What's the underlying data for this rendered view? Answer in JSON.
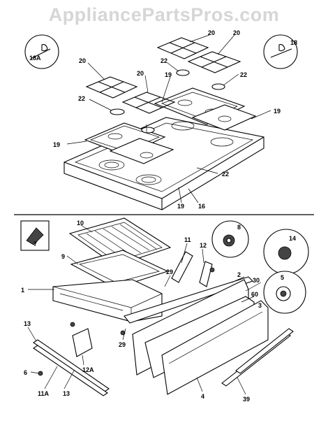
{
  "watermark": "AppliancePartsPros.com",
  "labels": {
    "l20a": "20",
    "l20b": "20",
    "l20c": "20",
    "l20d": "20",
    "l22a": "22",
    "l22b": "22",
    "l22c": "22",
    "l22d": "22",
    "l19a": "19",
    "l19b": "19",
    "l19c": "19",
    "l19d": "19",
    "l18a": "18A",
    "l18": "18",
    "l16": "16",
    "l10": "10",
    "l9": "9",
    "l1": "1",
    "l7": "7",
    "l11": "11",
    "l12": "12",
    "l8": "8",
    "l14": "14",
    "l5": "5",
    "l2": "2",
    "l30": "30",
    "l60": "60",
    "l3": "3",
    "l29a": "29",
    "l29b": "29",
    "l13a": "13",
    "l13b": "13",
    "l12a": "12A",
    "l6": "6",
    "l11a": "11A",
    "l4": "4",
    "l39": "39"
  }
}
